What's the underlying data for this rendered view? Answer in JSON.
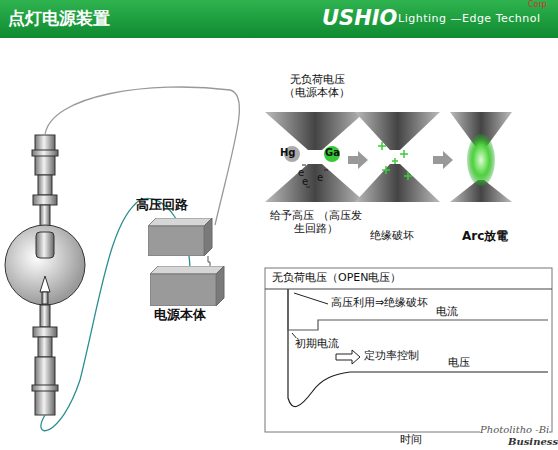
{
  "diagram": {
    "title": "点灯电源装置",
    "nodes": [
      {
        "text": [
          "高压回路"
        ]
      },
      {
        "text": [
          "电源本体"
        ]
      }
    ],
    "edges": [
      {
        "from": 0,
        "to": 1,
        "arrow": "none"
      }
    ],
    "labels": [
      "USHIO",
      "Lighting —Edge Technol",
      "Corp",
      "无负荷电压 （电源本体）",
      "Hg",
      "Ga",
      "e",
      "e",
      "e",
      "给予高压 （高压发生回路）",
      "绝缘破坏",
      "Arc放電",
      "无负荷电压（OPEN电压）",
      "高压利用⇒绝缘破坏",
      "电流",
      "初期电流",
      "定功率控制",
      "电压",
      "时间",
      "Photolitho -Bi",
      "Business"
    ]
  }
}
